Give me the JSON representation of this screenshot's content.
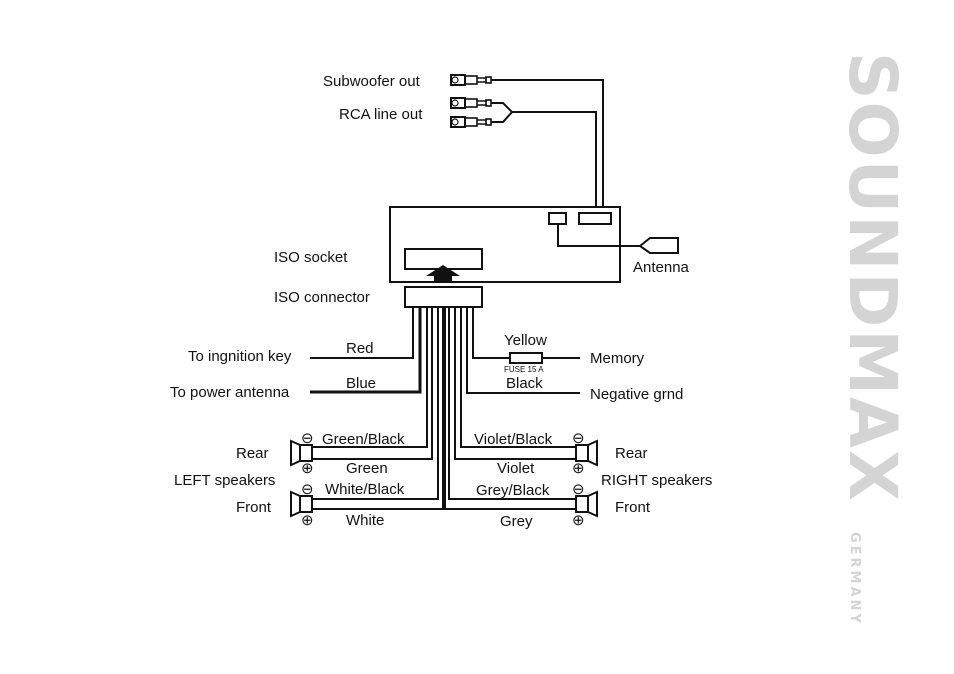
{
  "brand": {
    "name": "SOUNDMAX",
    "sub": "GERMANY"
  },
  "labels": {
    "subwoofer_out": "Subwoofer out",
    "rca_line_out": "RCA line out",
    "iso_socket": "ISO socket",
    "iso_connector": "ISO connector",
    "antenna": "Antenna",
    "to_ignition_key": "To ingnition key",
    "to_power_antenna": "To power antenna",
    "memory": "Memory",
    "negative_grnd": "Negative grnd",
    "fuse": "FUSE 15 A"
  },
  "wires": {
    "red": "Red",
    "blue": "Blue",
    "yellow": "Yellow",
    "black": "Black",
    "green_black": "Green/Black",
    "green": "Green",
    "white_black": "White/Black",
    "white": "White",
    "violet_black": "Violet/Black",
    "violet": "Violet",
    "grey_black": "Grey/Black",
    "grey": "Grey"
  },
  "speakers": {
    "left_rear": "Rear",
    "left_group": "LEFT speakers",
    "left_front": "Front",
    "right_rear": "Rear",
    "right_group": "RIGHT speakers",
    "right_front": "Front",
    "minus": "⊖",
    "plus": "⊕"
  }
}
